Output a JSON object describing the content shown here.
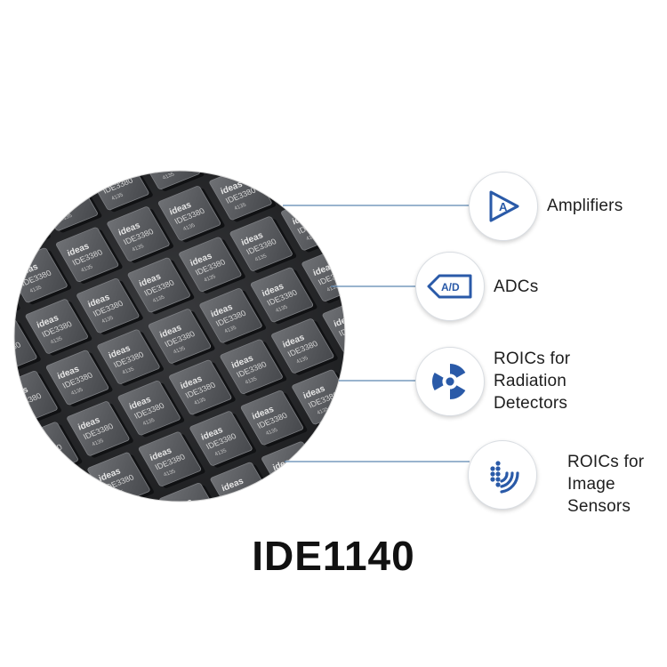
{
  "chip_marking": {
    "brand": "ideas",
    "part": "IDE3380",
    "code": "4135"
  },
  "features": [
    {
      "icon": "amplifier-icon",
      "icon_text": "A",
      "lines": [
        "Amplifiers"
      ]
    },
    {
      "icon": "adc-icon",
      "icon_text": "A/D",
      "lines": [
        "ADCs"
      ]
    },
    {
      "icon": "radiation-icon",
      "lines": [
        "ROICs for",
        "Radiation",
        "Detectors"
      ]
    },
    {
      "icon": "image-sensor-icon",
      "lines": [
        "ROICs for",
        "Image",
        "Sensors"
      ]
    }
  ],
  "product": {
    "title": "IDE1140"
  },
  "colors": {
    "accent": "#2a5aa8",
    "connector": "#5c86b0",
    "text": "#1e1e1e"
  }
}
